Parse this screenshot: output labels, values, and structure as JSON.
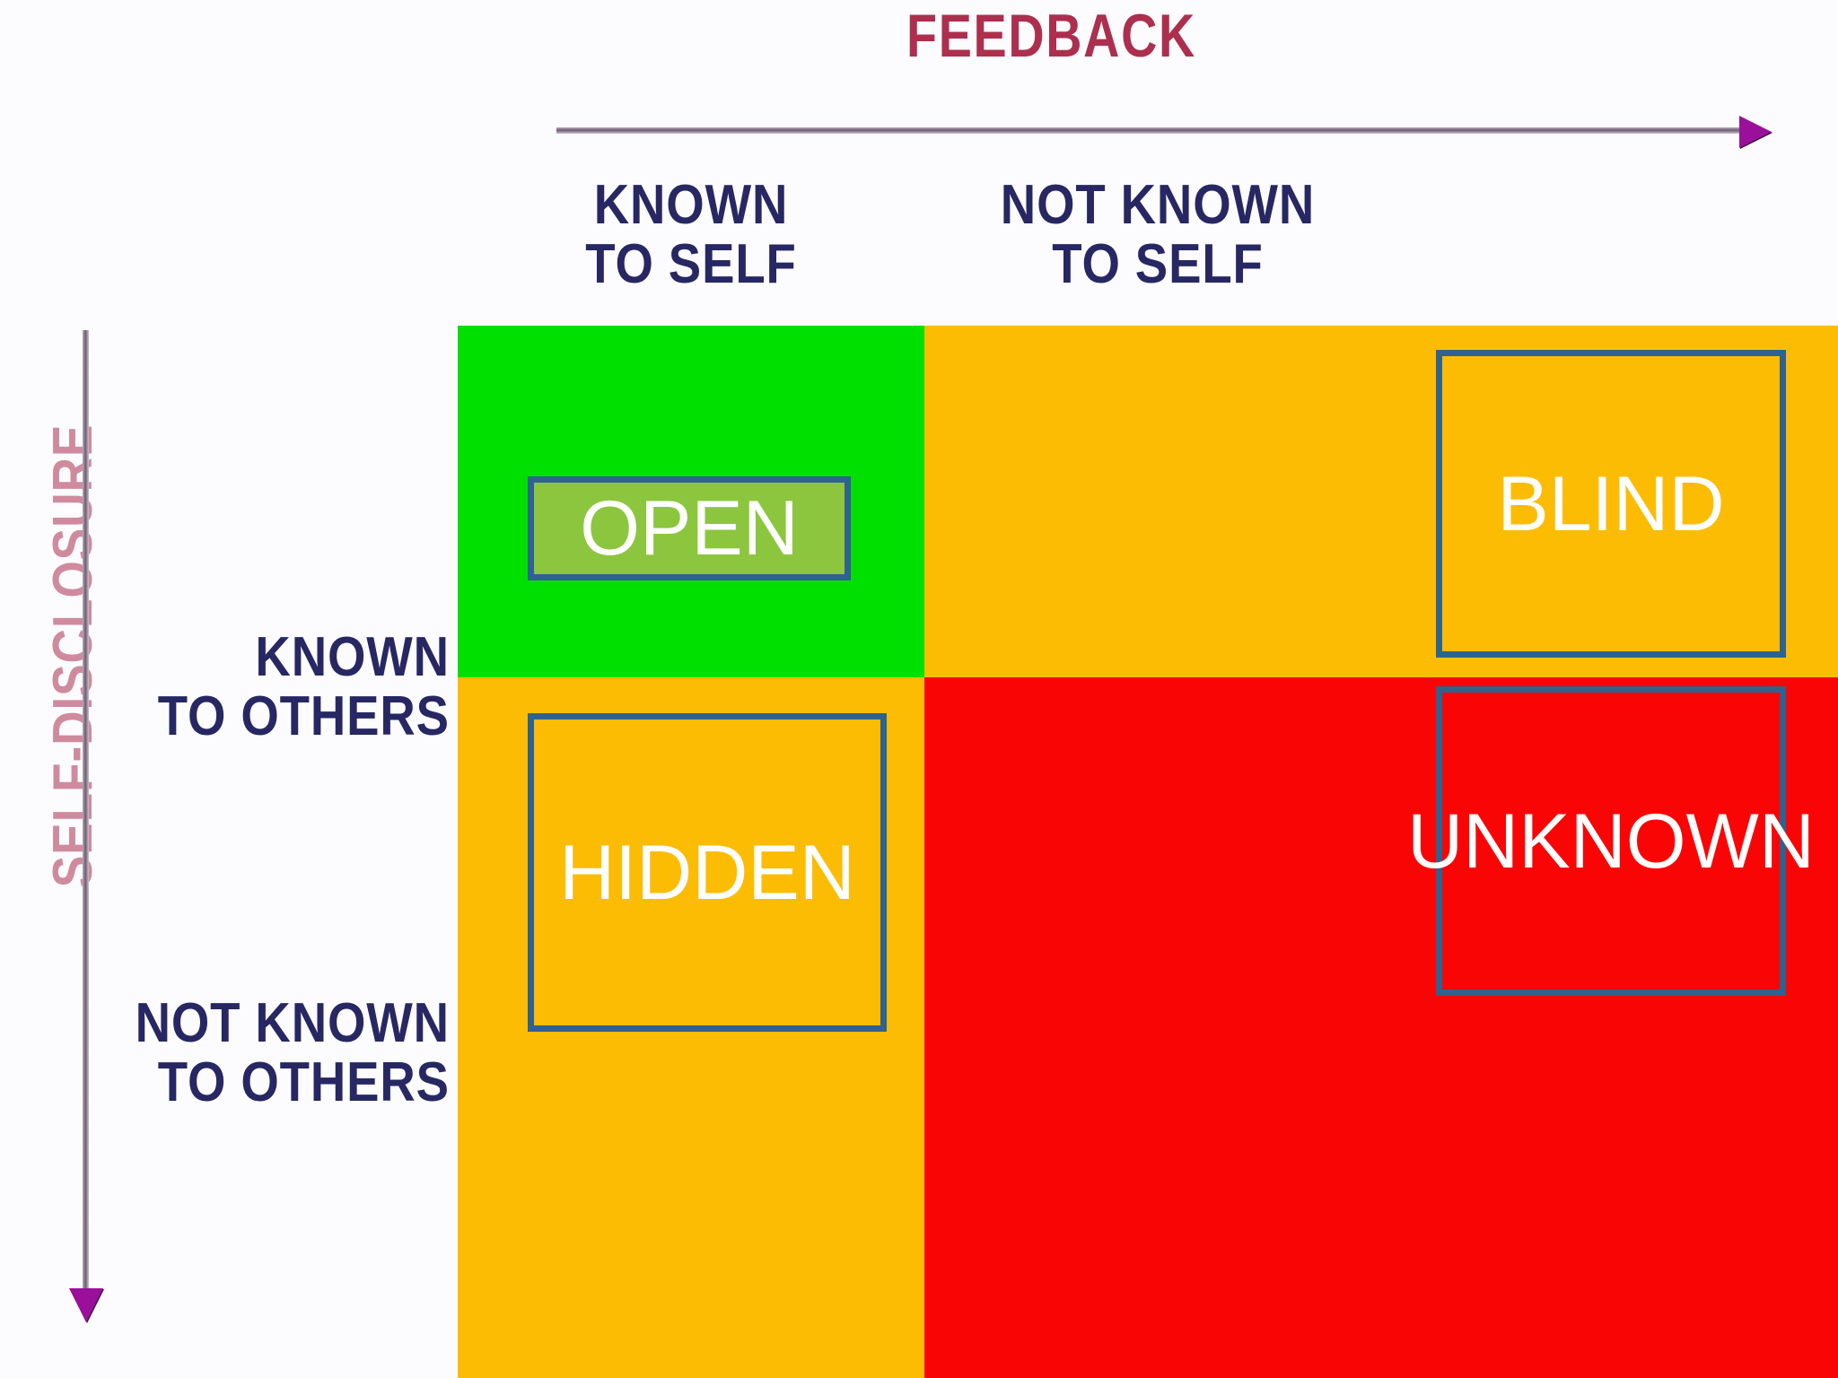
{
  "diagram": {
    "type": "johari-window",
    "background_color": "#fcfcfe"
  },
  "axes": {
    "horizontal": {
      "label": "FEEDBACK",
      "color": "#ad2f4e",
      "direction": "right",
      "arrow_color": "#9a109a"
    },
    "vertical": {
      "label": "SELF-DISCLOSURE",
      "color": "#d08a9e",
      "direction": "down",
      "arrow_color": "#9a109a"
    }
  },
  "headers": {
    "color": "#272763",
    "columns": [
      {
        "line1": "KNOWN",
        "line2": "TO SELF"
      },
      {
        "line1": "NOT KNOWN",
        "line2": "TO SELF"
      }
    ],
    "rows": [
      {
        "line1": "KNOWN",
        "line2": "TO OTHERS"
      },
      {
        "line1": "NOT KNOWN",
        "line2": "TO OTHERS"
      }
    ]
  },
  "quadrants": [
    {
      "key": "open",
      "label": "OPEN",
      "cell_color": "#00e000",
      "box_color": "#8cc63e",
      "border_color": "#2f628e",
      "text_color": "#ffffff",
      "known_to_self": true,
      "known_to_others": true
    },
    {
      "key": "blind",
      "label": "BLIND",
      "cell_color": "#fcbc04",
      "box_color": "#fcbc04",
      "border_color": "#2f628e",
      "text_color": "#ffffff",
      "known_to_self": false,
      "known_to_others": true
    },
    {
      "key": "hidden",
      "label": "HIDDEN",
      "cell_color": "#fcbc04",
      "box_color": "#fcbc04",
      "border_color": "#2f628e",
      "text_color": "#ffffff",
      "known_to_self": true,
      "known_to_others": false
    },
    {
      "key": "unknown",
      "label": "UNKNOWN",
      "cell_color": "#fa0505",
      "box_color": "#fa0505",
      "border_color": "#2f628e",
      "text_color": "#ffffff",
      "known_to_self": false,
      "known_to_others": false
    }
  ]
}
